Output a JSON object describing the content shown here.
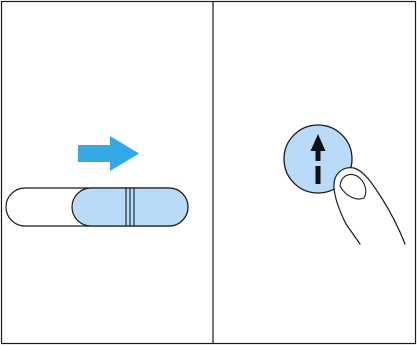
{
  "colors": {
    "accent": "#33a9e8",
    "fill_light": "#b8dcf8",
    "outline": "#1a1a1a",
    "background": "#ffffff"
  },
  "panels": [
    {
      "name": "panel-left",
      "content": "slide-switch-illustration",
      "icons": [
        "right-arrow-icon"
      ]
    },
    {
      "name": "panel-right",
      "content": "finger-press-illustration",
      "icons": [
        "up-arrow-icon",
        "finger-icon"
      ]
    }
  ]
}
